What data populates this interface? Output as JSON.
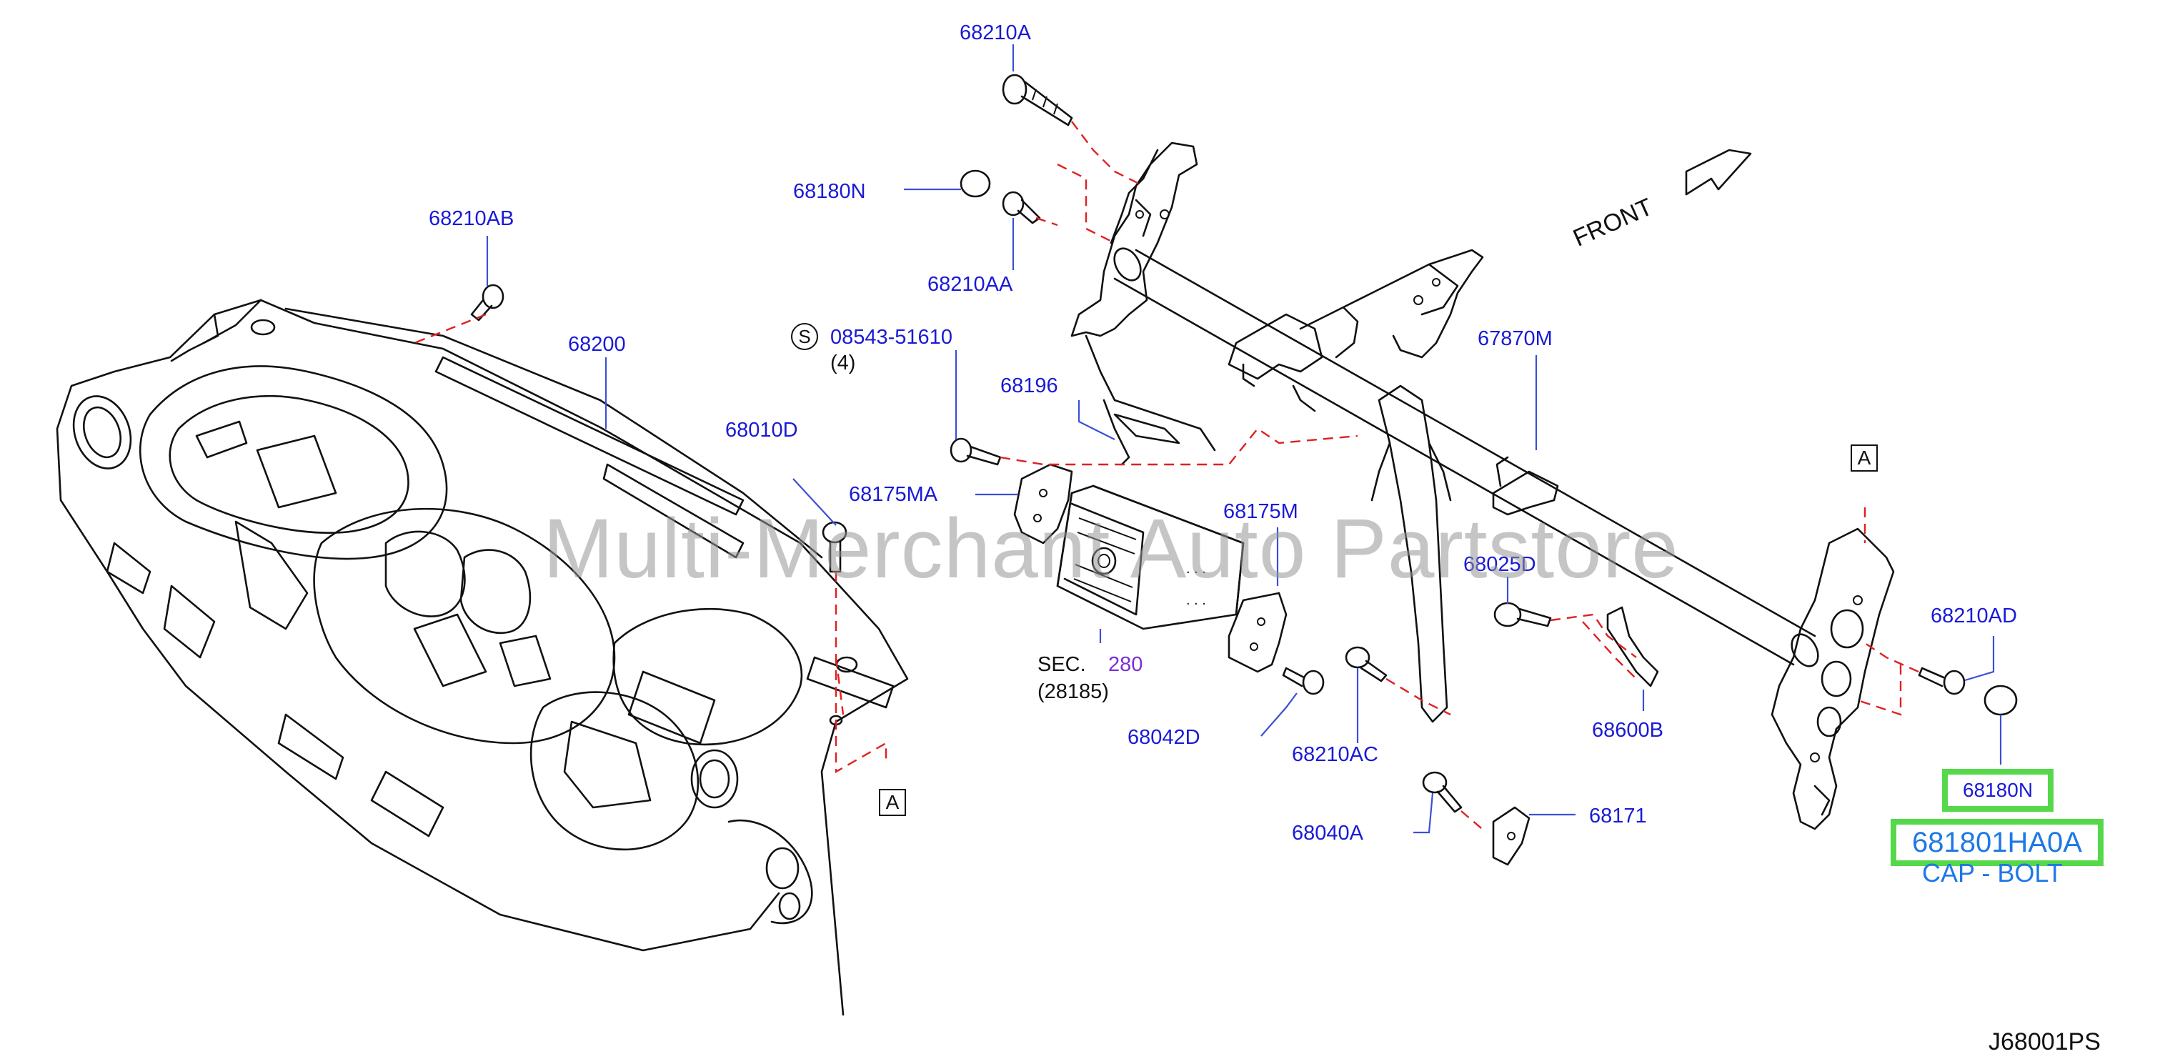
{
  "labels": {
    "p68210A": "68210A",
    "p68180N_top": "68180N",
    "p68210AA": "68210AA",
    "p68210AB": "68210AB",
    "p68200": "68200",
    "p08543_sym": "S",
    "p08543": "08543-51610",
    "p08543_qty": "(4)",
    "p68196": "68196",
    "p68010D": "68010D",
    "p68175MA": "68175MA",
    "p68175M": "68175M",
    "p67870M": "67870M",
    "p68025D": "68025D",
    "p68210AD": "68210AD",
    "sec_prefix": "SEC.",
    "sec_num": "280",
    "sec_sub": "(28185)",
    "p68042D": "68042D",
    "p68210AC": "68210AC",
    "p68600B": "68600B",
    "p68040A": "68040A",
    "p68171": "68171",
    "ref_A1": "A",
    "ref_A2": "A",
    "front": "FRONT",
    "diagram_code": "J68001PS"
  },
  "highlight": {
    "part_ref": "68180N",
    "part_number": "681801HA0A",
    "part_name": "CAP - BOLT",
    "box_color": "#55d84a",
    "number_color": "#1e78e6"
  },
  "watermark": "Multi-Merchant Auto Partstore",
  "colors": {
    "label_blue": "#1a1ad6",
    "line_blue": "#3b4fd6",
    "dash_red": "#e02020",
    "drawing": "#111111",
    "section_purple": "#7a2fd0"
  }
}
